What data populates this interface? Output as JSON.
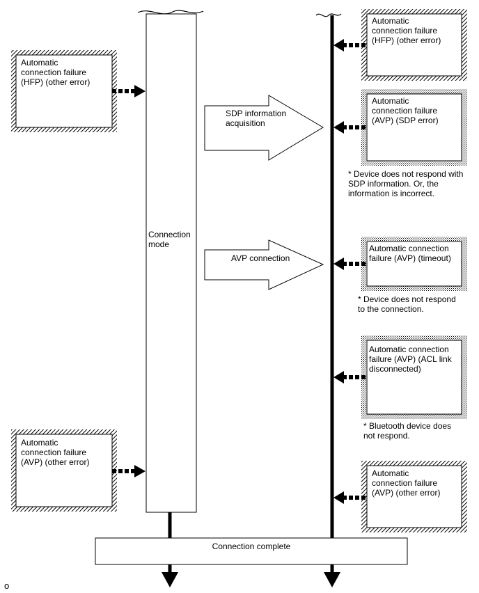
{
  "main_column": {
    "label": "Connection\nmode"
  },
  "complete_bar": {
    "label": "Connection complete"
  },
  "process_arrows": [
    {
      "label": "SDP information\nacquisition"
    },
    {
      "label": "AVP connection"
    }
  ],
  "left_failures": [
    {
      "label": "Automatic\nconnection failure\n(HFP) (other error)"
    },
    {
      "label": "Automatic\nconnection failure\n(AVP) (other error)"
    }
  ],
  "right_failures": [
    {
      "label": "Automatic\nconnection failure\n(HFP) (other error)",
      "note": ""
    },
    {
      "label": "Automatic\nconnection failure\n(AVP) (SDP error)",
      "note": "* Device does not respond with\nSDP information. Or, the\ninformation is incorrect."
    },
    {
      "label": "Automatic connection\nfailure (AVP) (timeout)",
      "note": "* Device does not respond\nto the connection."
    },
    {
      "label": "Automatic connection\nfailure (AVP) (ACL link\ndisconnected)",
      "note": "* Bluetooth device does\nnot respond."
    },
    {
      "label": "Automatic\nconnection failure\n(AVP) (other error)",
      "note": ""
    }
  ],
  "figure_id": "o",
  "colors": {
    "line": "#000000",
    "fill": "#ffffff",
    "hatch": "#000000"
  }
}
